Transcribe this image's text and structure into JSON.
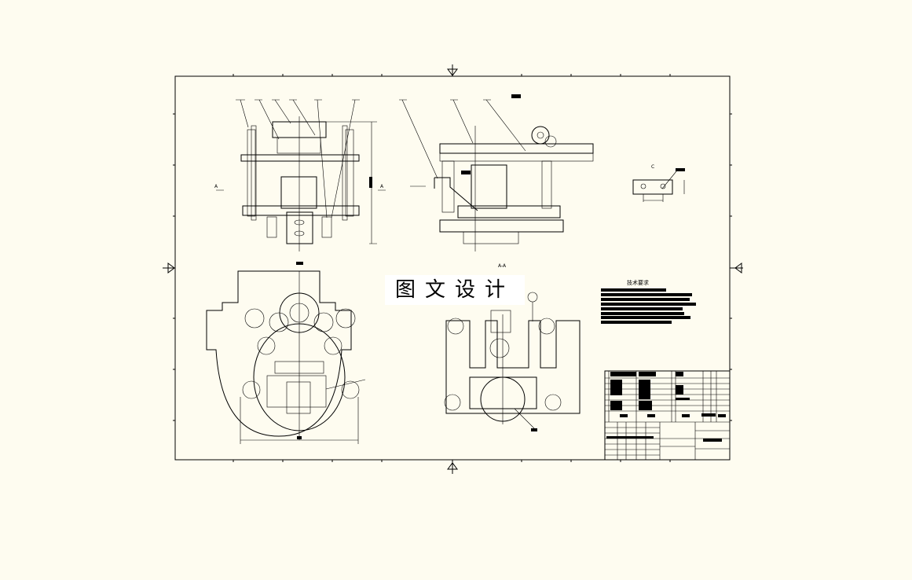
{
  "drawing": {
    "watermark": "图文设计",
    "technical_requirements_title": "技术要求",
    "section_label": "A-A",
    "section_marker_left": "A",
    "section_marker_right": "A",
    "view_marker": "C"
  }
}
